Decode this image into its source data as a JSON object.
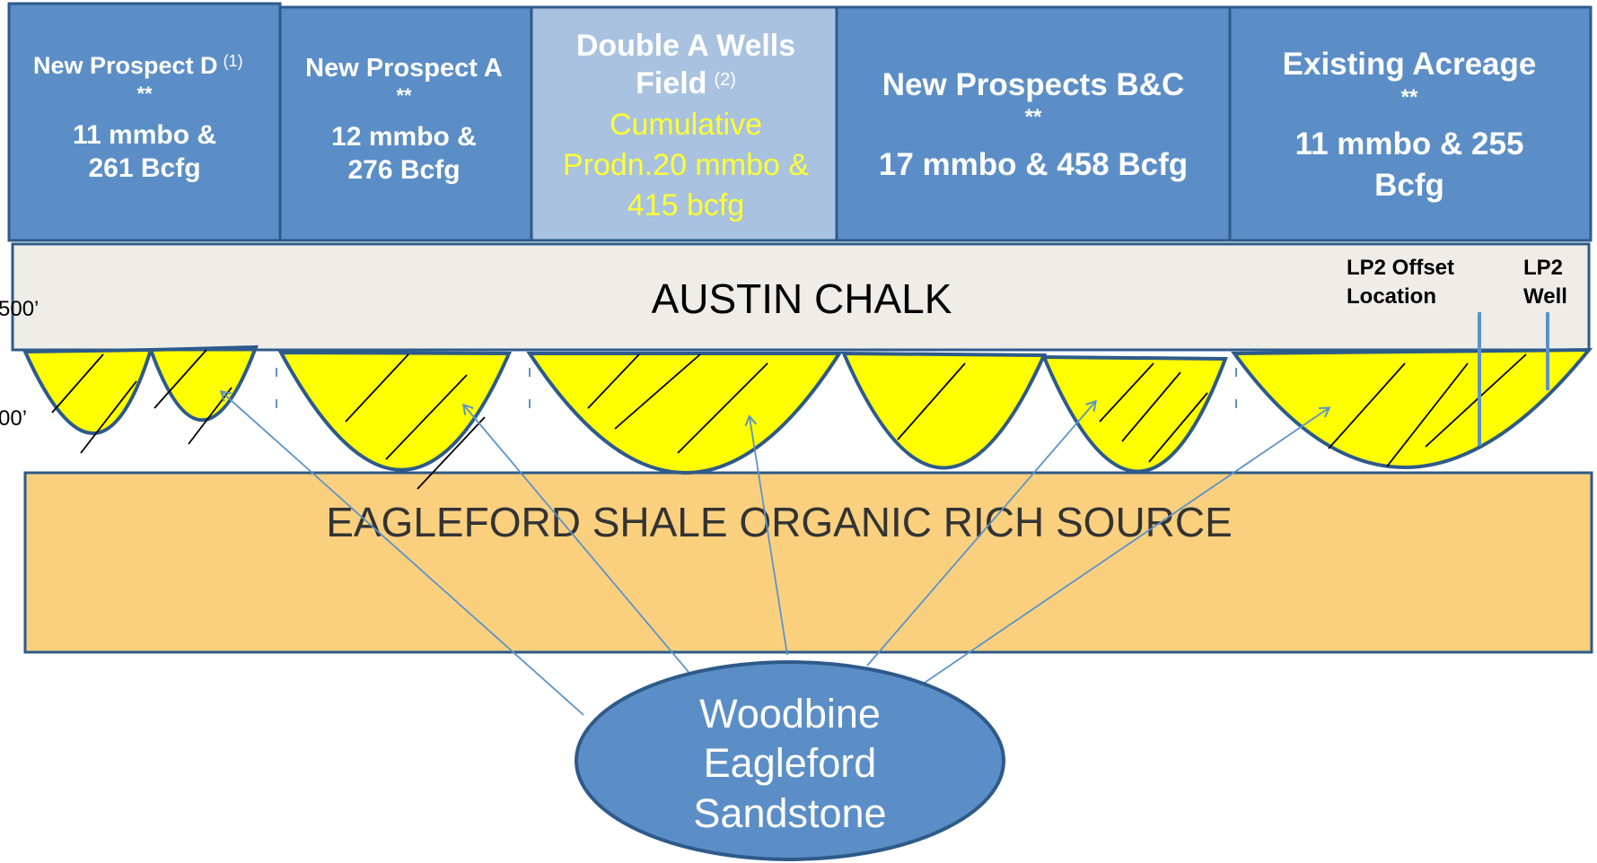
{
  "prospects": [
    {
      "title": "New Prospect D",
      "sup": "(1)",
      "stars": "**",
      "line1": "11 mmbo &",
      "line2": "261 Bcfg"
    },
    {
      "title": "New Prospect A",
      "stars": "**",
      "line1": "12 mmbo &",
      "line2": "276 Bcfg"
    },
    {
      "title_line1": "Double A Wells",
      "title_line2": "Field",
      "sup": "(2)",
      "line1": "Cumulative",
      "line2": "Prodn.20 mmbo &",
      "line3": "415 bcfg"
    },
    {
      "title": "New Prospects B&C",
      "stars": "**",
      "line1": "17 mmbo & 458 Bcfg"
    },
    {
      "title": "Existing Acreage",
      "stars": "**",
      "line1": "11 mmbo & 255",
      "line2": "Bcfg"
    }
  ],
  "layers": {
    "austin_chalk": "AUSTIN CHALK",
    "eagleford": "EAGLEFORD SHALE ORGANIC RICH SOURCE"
  },
  "depth_labels": [
    "500’",
    "00’"
  ],
  "wells": {
    "offset_line1": "LP2 Offset",
    "offset_line2": "Location",
    "well_line1": "LP2",
    "well_line2": "Well"
  },
  "source": {
    "line1": "Woodbine",
    "line2": "Eagleford",
    "line3": "Sandstone"
  },
  "colors": {
    "box_blue": "#5b8ec6",
    "box_light": "#a8c2e0",
    "border": "#2e5a8a",
    "chalk": "#eeede8",
    "yellow": "#ffff00",
    "shale": "#fad07f",
    "arrow": "#5b93c9"
  }
}
